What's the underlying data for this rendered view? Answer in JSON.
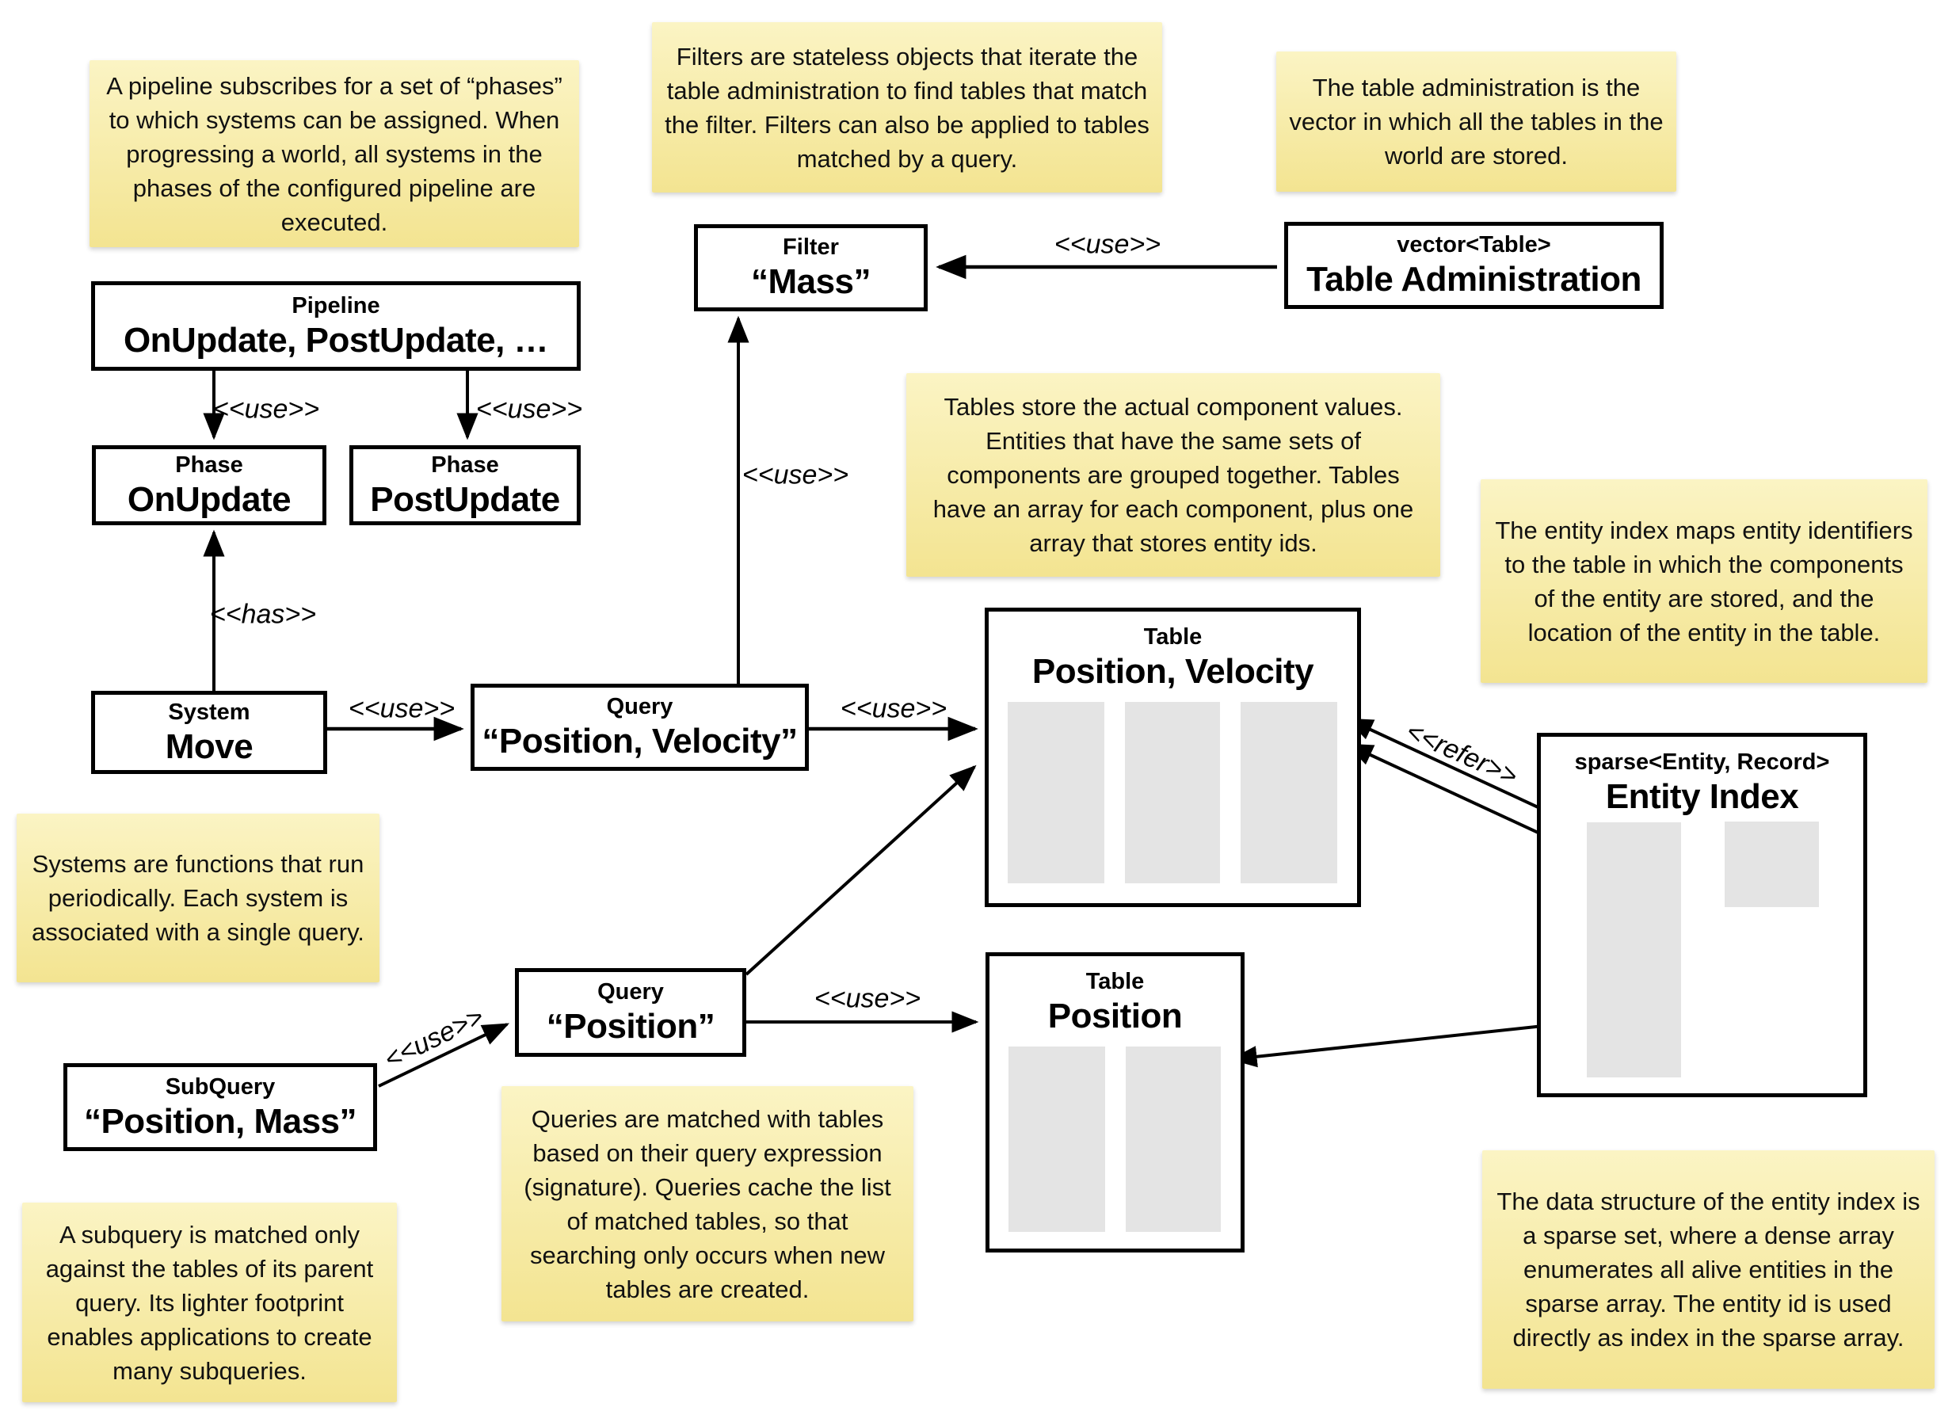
{
  "labels": {
    "use": "<<use>>",
    "has": "<<has>>",
    "refer": "<<refer>>"
  },
  "notes": {
    "pipeline": "A pipeline subscribes for a set of “phases” to which systems can be assigned. When progressing a world, all systems in the phases of the configured pipeline are executed.",
    "filters": "Filters are stateless objects that iterate the table administration to find tables that match the filter. Filters can also be applied to tables matched by a query.",
    "table_admin": "The table administration is the vector in which all the tables in the world are stored.",
    "tables": "Tables store the actual component values. Entities that have the same sets of components are grouped together. Tables have an array for each component, plus one array that stores entity ids.",
    "entity_index": "The entity index maps entity identifiers to the table in which the components of the entity are stored, and the location of the entity in the table.",
    "systems": "Systems are functions that run periodically. Each system is associated with a single query.",
    "queries": "Queries are matched with tables based on their query expression (signature). Queries cache the list of matched tables, so that searching only occurs when new tables are created.",
    "subquery": "A subquery is matched only against the tables of its parent query. Its lighter footprint enables applications to create many subqueries.",
    "sparse_set": "The data structure of the entity index is a sparse set, where a dense array enumerates all alive entities in the sparse array. The entity id is used directly as index in the sparse array."
  },
  "boxes": {
    "filter": {
      "stereotype": "Filter",
      "name": "“Mass”"
    },
    "table_admin": {
      "stereotype": "vector<Table>",
      "name": "Table Administration"
    },
    "pipeline": {
      "stereotype": "Pipeline",
      "name": "OnUpdate, PostUpdate, …"
    },
    "phase_onupdate": {
      "stereotype": "Phase",
      "name": "OnUpdate"
    },
    "phase_postupdate": {
      "stereotype": "Phase",
      "name": "PostUpdate"
    },
    "system_move": {
      "stereotype": "System",
      "name": "Move"
    },
    "query_pv": {
      "stereotype": "Query",
      "name": "“Position, Velocity”"
    },
    "query_p": {
      "stereotype": "Query",
      "name": "“Position”"
    },
    "subquery": {
      "stereotype": "SubQuery",
      "name": "“Position, Mass”"
    },
    "table_pv": {
      "stereotype": "Table",
      "name": "Position, Velocity"
    },
    "table_p": {
      "stereotype": "Table",
      "name": "Position"
    },
    "entity_index": {
      "stereotype": "sparse<Entity, Record>",
      "name": "Entity Index"
    }
  },
  "colors": {
    "note_gradient_top": "#fbf4c4",
    "note_gradient_bottom": "#f3e491",
    "box_background": "#ffffff",
    "box_border": "#000000",
    "array_fill": "#e4e4e4",
    "text": "#000000"
  }
}
